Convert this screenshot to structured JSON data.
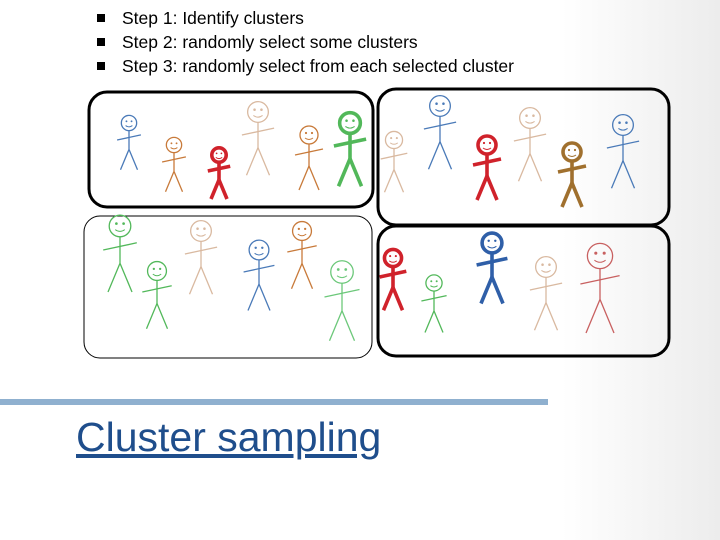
{
  "slide": {
    "bullets": [
      "Step 1: Identify clusters",
      "Step 2: randomly select some clusters",
      "Step 3: randomly select from each selected cluster"
    ],
    "title": "Cluster sampling"
  },
  "colors": {
    "blue": "#4a7ab8",
    "tan": "#d9b9a0",
    "red": "#d0222b",
    "green": "#52b85a",
    "lightgreen": "#6cc87a",
    "orange": "#c87a3a",
    "brown": "#a0702e",
    "darkblue": "#2f5fa8",
    "pink": "#c86060",
    "title": "#1f4e8c",
    "bar": "#8fb0cf"
  },
  "figure": {
    "description_icons": "stick-figure people grouped into four rounded clusters; selected clusters have bold borders, selected individuals are drawn bold",
    "clusters": [
      {
        "name": "cluster-top-left",
        "selected": true
      },
      {
        "name": "cluster-top-right",
        "selected": true
      },
      {
        "name": "cluster-bottom-left",
        "selected": false
      },
      {
        "name": "cluster-bottom-right",
        "selected": true
      }
    ]
  }
}
